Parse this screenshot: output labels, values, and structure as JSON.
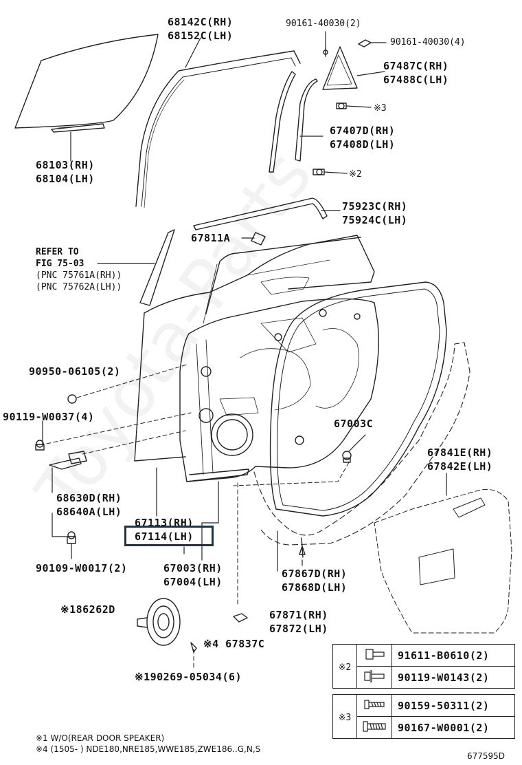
{
  "diagram": {
    "watermark": "Toyota-Parts",
    "drawing_number": "677595D",
    "highlighted_part": "67114(LH)",
    "parts": {
      "glass_rh": "68103(RH)",
      "glass_lh": "68104(LH)",
      "channel_rh": "68142C(RH)",
      "channel_lh": "68152C(LH)",
      "bolt_top_1": "90161-40030(2)",
      "bolt_top_2": "90161-40030(4)",
      "quarter_rh": "67487C(RH)",
      "quarter_lh": "67488C(LH)",
      "mark3_top": "※3",
      "run_rh": "67407D(RH)",
      "run_lh": "67408D(LH)",
      "mark2_top": "※2",
      "belt_rh": "75923C(RH)",
      "belt_lh": "75924C(LH)",
      "plate": "67811A",
      "refer_1": "REFER TO",
      "refer_2": "FIG 75-03",
      "refer_3": "(PNC 75761A(RH))",
      "refer_4": "(PNC 75762A(LH))",
      "plug": "90950-06105(2)",
      "bolt_check": "90119-W0037(4)",
      "hinge_rh": "68630D(RH)",
      "hinge_lh": "68640A(LH)",
      "seal_rh": "67113(RH)",
      "seal_lh": "67114(LH)",
      "bolt_lower": "90109-W0017(2)",
      "panel_rh": "67003(RH)",
      "panel_lh": "67004(LH)",
      "clip": "67003C",
      "trim_rh": "67841E(RH)",
      "trim_lh": "67842E(LH)",
      "weather_rh": "67867D(RH)",
      "weather_lh": "67868D(LH)",
      "speaker": "※186262D",
      "holder": "※4 67837C",
      "screw": "※190269-05034(6)",
      "strip_rh": "67871(RH)",
      "strip_lh": "67872(LH)"
    },
    "legend": [
      {
        "mark": "※2",
        "rows": [
          "91611-B0610(2)",
          "90119-W0143(2)"
        ]
      },
      {
        "mark": "※3",
        "rows": [
          "90159-50311(2)",
          "90167-W0001(2)"
        ]
      }
    ],
    "notes": [
      "※1 W/O(REAR DOOR SPEAKER)",
      "※4 (1505-      ) NDE180,NRE185,WWE185,ZWE186..G,N,S"
    ]
  }
}
